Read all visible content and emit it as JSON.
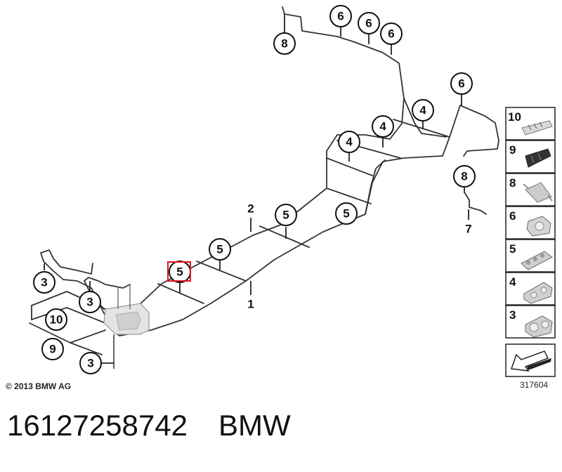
{
  "diagram": {
    "callouts": [
      "6",
      "6",
      "6",
      "8",
      "6",
      "4",
      "4",
      "4",
      "8",
      "2",
      "5",
      "5",
      "5",
      "5",
      "7",
      "1",
      "3",
      "3",
      "10",
      "9",
      "3"
    ],
    "legend": [
      {
        "number": "10",
        "part": "clip-10"
      },
      {
        "number": "9",
        "part": "clip-9"
      },
      {
        "number": "8",
        "part": "clip-8"
      },
      {
        "number": "6",
        "part": "clip-6"
      },
      {
        "number": "5",
        "part": "clip-5"
      },
      {
        "number": "4",
        "part": "clip-4"
      },
      {
        "number": "3",
        "part": "clip-3"
      }
    ],
    "copyright": "© 2013 BMW AG",
    "drawing_number": "317604",
    "highlight_color": "#e0141e"
  },
  "footer": {
    "part_number": "16127258742",
    "brand": "BMW"
  }
}
